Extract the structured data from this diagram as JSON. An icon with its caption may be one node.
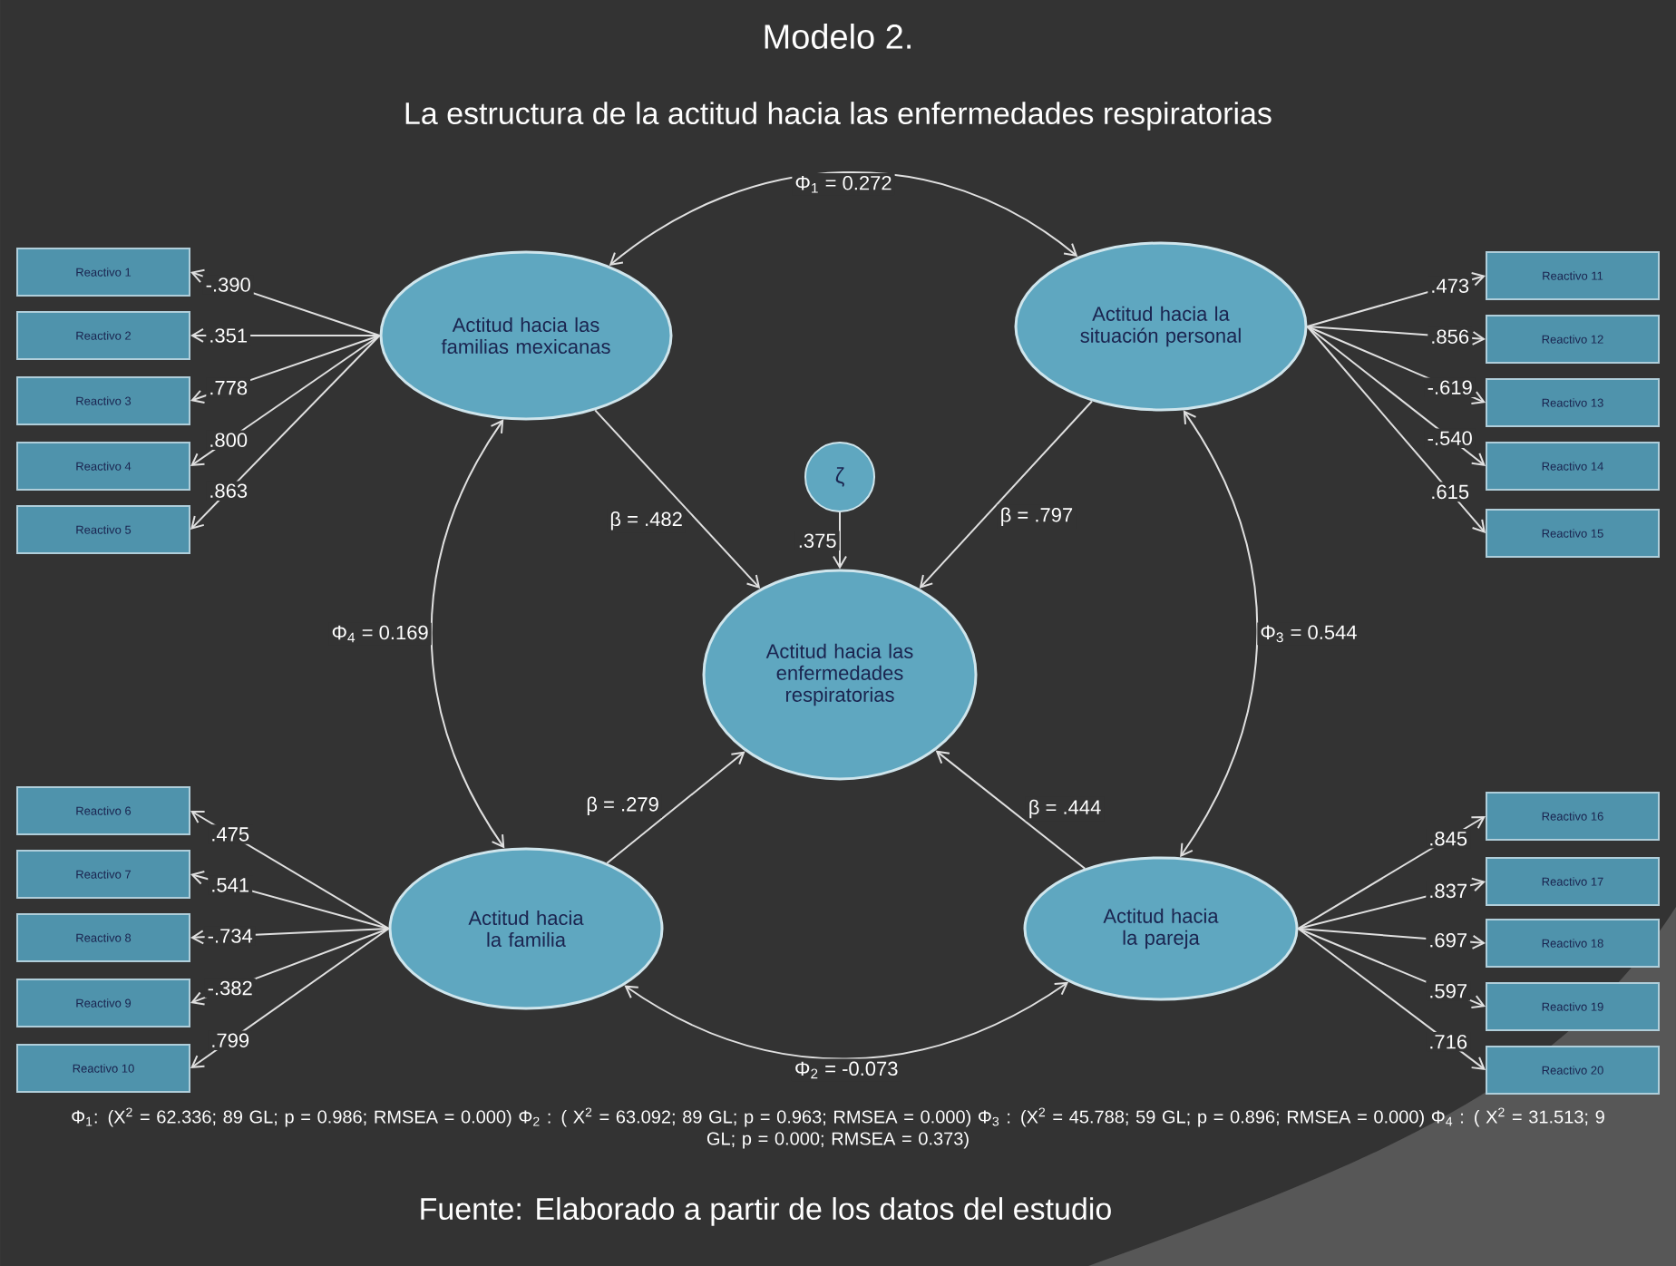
{
  "diagram": {
    "title": "Modelo 2.",
    "caption": "Fuente: Elaborado a partir de los datos del estudio",
    "nodes": [
      {
        "text": [
          "Actitud hacia las familias mexicanas"
        ]
      },
      {
        "text": [
          "Actitud hacia la situación personal"
        ]
      },
      {
        "text": [
          "ζ"
        ]
      },
      {
        "text": [
          "Actitud hacia las enfermedades respiratorias"
        ]
      },
      {
        "text": [
          "Actitud hacia la familia"
        ]
      },
      {
        "text": [
          "Actitud hacia la pareja"
        ]
      },
      {
        "text": [
          "Reactivo 1"
        ]
      },
      {
        "text": [
          "Reactivo 2"
        ]
      },
      {
        "text": [
          "Reactivo 3"
        ]
      },
      {
        "text": [
          "Reactivo 4"
        ]
      },
      {
        "text": [
          "Reactivo 5"
        ]
      },
      {
        "text": [
          "Reactivo 11"
        ]
      },
      {
        "text": [
          "Reactivo 12"
        ]
      },
      {
        "text": [
          "Reactivo 13"
        ]
      },
      {
        "text": [
          "Reactivo 14"
        ]
      },
      {
        "text": [
          "Reactivo 15"
        ]
      },
      {
        "text": [
          "Reactivo 6"
        ]
      },
      {
        "text": [
          "Reactivo 7"
        ]
      },
      {
        "text": [
          "Reactivo 8"
        ]
      },
      {
        "text": [
          "Reactivo 9"
        ]
      },
      {
        "text": [
          "Reactivo 10"
        ]
      },
      {
        "text": [
          "Reactivo 16"
        ]
      },
      {
        "text": [
          "Reactivo 17"
        ]
      },
      {
        "text": [
          "Reactivo 18"
        ]
      },
      {
        "text": [
          "Reactivo 19"
        ]
      },
      {
        "text": [
          "Reactivo 20"
        ]
      }
    ],
    "edges": [
      {
        "from": 0,
        "to": 6,
        "arrow": "to",
        "label": "-.390"
      },
      {
        "from": 0,
        "to": 7,
        "arrow": "to",
        "label": ".351"
      },
      {
        "from": 0,
        "to": 8,
        "arrow": "to",
        "label": ".778"
      },
      {
        "from": 0,
        "to": 9,
        "arrow": "to",
        "label": ".800"
      },
      {
        "from": 0,
        "to": 10,
        "arrow": "to",
        "label": ".863"
      },
      {
        "from": 1,
        "to": 11,
        "arrow": "to",
        "label": ".473"
      },
      {
        "from": 1,
        "to": 12,
        "arrow": "to",
        "label": ".856"
      },
      {
        "from": 1,
        "to": 13,
        "arrow": "to",
        "label": "-.619"
      },
      {
        "from": 1,
        "to": 14,
        "arrow": "to",
        "label": "-.540"
      },
      {
        "from": 1,
        "to": 15,
        "arrow": "to",
        "label": ".615"
      },
      {
        "from": 4,
        "to": 16,
        "arrow": "to",
        "label": ".475"
      },
      {
        "from": 4,
        "to": 17,
        "arrow": "to",
        "label": ".541"
      },
      {
        "from": 4,
        "to": 18,
        "arrow": "to",
        "label": "-.734"
      },
      {
        "from": 4,
        "to": 19,
        "arrow": "to",
        "label": "-.382"
      },
      {
        "from": 4,
        "to": 20,
        "arrow": "to",
        "label": ".799"
      },
      {
        "from": 5,
        "to": 21,
        "arrow": "to",
        "label": ".845"
      },
      {
        "from": 5,
        "to": 22,
        "arrow": "to",
        "label": ".837"
      },
      {
        "from": 5,
        "to": 23,
        "arrow": "to",
        "label": ".697"
      },
      {
        "from": 5,
        "to": 24,
        "arrow": "to",
        "label": ".597"
      },
      {
        "from": 5,
        "to": 25,
        "arrow": "to",
        "label": ".716"
      },
      {
        "from": 0,
        "to": 3,
        "arrow": "to",
        "label": "β = .482"
      },
      {
        "from": 1,
        "to": 3,
        "arrow": "to",
        "label": "β = .797"
      },
      {
        "from": 4,
        "to": 3,
        "arrow": "to",
        "label": "β = .279"
      },
      {
        "from": 5,
        "to": 3,
        "arrow": "to",
        "label": "β = .444"
      },
      {
        "from": 2,
        "to": 3,
        "arrow": "to",
        "label": ".375"
      },
      {
        "from": 0,
        "to": 1,
        "arrow": "both",
        "label": "Φ$_{1}$ = 0.272"
      },
      {
        "from": 0,
        "to": 4,
        "arrow": "both",
        "label": "Φ$_{4}$ = 0.169"
      },
      {
        "from": 1,
        "to": 5,
        "arrow": "both",
        "label": "Φ$_{3}$ = 0.544"
      },
      {
        "from": 4,
        "to": 5,
        "arrow": "both",
        "label": "Φ$_{2}$ = -0.073"
      }
    ],
    "labels": [
      "La estructura de la actitud hacia las enfermedades respiratorias",
      "Φ$_{1}$: (X$^{2}$ = 62.336; 89 GL; p = 0.986; RMSEA = 0.000) Φ$_{2}$ : ( X$^{2}$ = 63.092; 89 GL; p = 0.963; RMSEA = 0.000) Φ$_{3}$ : (X$^{2}$ = 45.788; 59 GL; p = 0.896; RMSEA = 0.000) Φ$_{4}$ : ( X$^{2}$ = 31.513; 9 GL; p = 0.000; RMSEA = 0.373)"
    ]
  }
}
